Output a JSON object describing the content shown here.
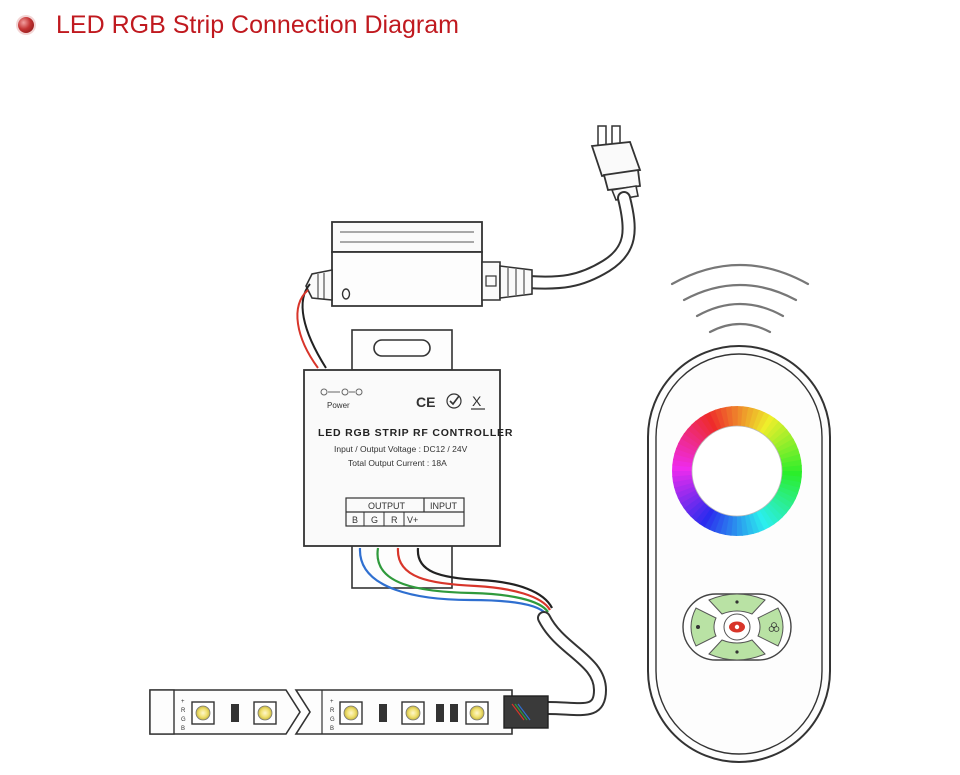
{
  "header": {
    "title": "LED RGB Strip Connection Diagram"
  },
  "controller": {
    "power_label": "Power",
    "marks": [
      "CE",
      "X"
    ],
    "title": "LED RGB STRIP RF CONTROLLER",
    "voltage_line": "Input / Output  Voltage : DC12 / 24V",
    "current_line": "Total  Output  Current : 18A",
    "output_header": "OUTPUT",
    "input_header": "INPUT",
    "terminals": [
      "B",
      "G",
      "R",
      "V+"
    ]
  },
  "strip": {
    "pin_labels": [
      "+",
      "R",
      "G",
      "B"
    ]
  },
  "colors": {
    "title": "#c0191f",
    "wire_red": "#d8352a",
    "wire_green": "#2f9a3c",
    "wire_blue": "#2f6fd0",
    "wire_black": "#222222",
    "button_green": "#b9e2a4"
  }
}
